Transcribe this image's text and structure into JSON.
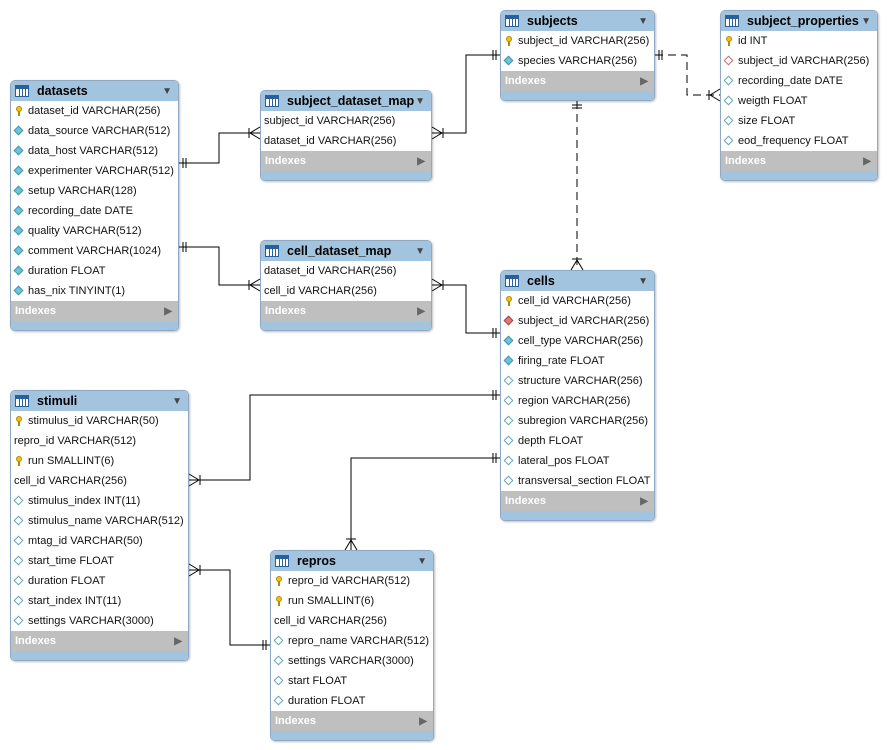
{
  "tables": {
    "subjects": {
      "title": "subjects",
      "indexes_label": "Indexes",
      "columns": [
        {
          "text": "subject_id VARCHAR(256)",
          "icon": "primary-key-icon"
        },
        {
          "text": "species VARCHAR(256)",
          "icon": "column-diamond-icon"
        }
      ]
    },
    "subject_properties": {
      "title": "subject_properties",
      "indexes_label": "Indexes",
      "columns": [
        {
          "text": "id INT",
          "icon": "primary-key-icon"
        },
        {
          "text": "subject_id VARCHAR(256)",
          "icon": "foreign-key-icon"
        },
        {
          "text": "recording_date DATE",
          "icon": "nullable-column-icon"
        },
        {
          "text": "weigth FLOAT",
          "icon": "nullable-column-icon"
        },
        {
          "text": "size FLOAT",
          "icon": "nullable-column-icon"
        },
        {
          "text": "eod_frequency FLOAT",
          "icon": "nullable-column-icon"
        }
      ]
    },
    "datasets": {
      "title": "datasets",
      "indexes_label": "Indexes",
      "columns": [
        {
          "text": "dataset_id VARCHAR(256)",
          "icon": "primary-key-icon"
        },
        {
          "text": "data_source VARCHAR(512)",
          "icon": "column-diamond-icon"
        },
        {
          "text": "data_host VARCHAR(512)",
          "icon": "column-diamond-icon"
        },
        {
          "text": "experimenter VARCHAR(512)",
          "icon": "column-diamond-icon"
        },
        {
          "text": "setup VARCHAR(128)",
          "icon": "column-diamond-icon"
        },
        {
          "text": "recording_date DATE",
          "icon": "column-diamond-icon"
        },
        {
          "text": "quality VARCHAR(512)",
          "icon": "column-diamond-icon"
        },
        {
          "text": "comment VARCHAR(1024)",
          "icon": "column-diamond-icon"
        },
        {
          "text": "duration FLOAT",
          "icon": "column-diamond-icon"
        },
        {
          "text": "has_nix TINYINT(1)",
          "icon": "column-diamond-icon"
        }
      ]
    },
    "subject_dataset_map": {
      "title": "subject_dataset_map",
      "indexes_label": "Indexes",
      "columns": [
        {
          "text": "subject_id VARCHAR(256)",
          "icon": "none"
        },
        {
          "text": "dataset_id VARCHAR(256)",
          "icon": "none"
        }
      ]
    },
    "cell_dataset_map": {
      "title": "cell_dataset_map",
      "indexes_label": "Indexes",
      "columns": [
        {
          "text": "dataset_id VARCHAR(256)",
          "icon": "none"
        },
        {
          "text": "cell_id VARCHAR(256)",
          "icon": "none"
        }
      ]
    },
    "cells": {
      "title": "cells",
      "indexes_label": "Indexes",
      "columns": [
        {
          "text": "cell_id VARCHAR(256)",
          "icon": "primary-key-icon"
        },
        {
          "text": "subject_id VARCHAR(256)",
          "icon": "foreign-key-filled-icon"
        },
        {
          "text": "cell_type VARCHAR(256)",
          "icon": "column-diamond-icon"
        },
        {
          "text": "firing_rate FLOAT",
          "icon": "column-diamond-icon"
        },
        {
          "text": "structure VARCHAR(256)",
          "icon": "nullable-column-icon"
        },
        {
          "text": "region VARCHAR(256)",
          "icon": "nullable-column-icon"
        },
        {
          "text": "subregion VARCHAR(256)",
          "icon": "nullable-column-icon"
        },
        {
          "text": "depth FLOAT",
          "icon": "nullable-column-icon"
        },
        {
          "text": "lateral_pos FLOAT",
          "icon": "nullable-column-icon"
        },
        {
          "text": "transversal_section FLOAT",
          "icon": "nullable-column-icon"
        }
      ]
    },
    "stimuli": {
      "title": "stimuli",
      "indexes_label": "Indexes",
      "columns": [
        {
          "text": "stimulus_id VARCHAR(50)",
          "icon": "primary-key-icon"
        },
        {
          "text": "repro_id VARCHAR(512)",
          "icon": "none"
        },
        {
          "text": "run SMALLINT(6)",
          "icon": "primary-key-icon"
        },
        {
          "text": "cell_id VARCHAR(256)",
          "icon": "none"
        },
        {
          "text": "stimulus_index INT(11)",
          "icon": "nullable-column-icon"
        },
        {
          "text": "stimulus_name VARCHAR(512)",
          "icon": "nullable-column-icon"
        },
        {
          "text": "mtag_id VARCHAR(50)",
          "icon": "nullable-column-icon"
        },
        {
          "text": "start_time FLOAT",
          "icon": "nullable-column-icon"
        },
        {
          "text": "duration FLOAT",
          "icon": "nullable-column-icon"
        },
        {
          "text": "start_index INT(11)",
          "icon": "nullable-column-icon"
        },
        {
          "text": "settings VARCHAR(3000)",
          "icon": "nullable-column-icon"
        }
      ]
    },
    "repros": {
      "title": "repros",
      "indexes_label": "Indexes",
      "columns": [
        {
          "text": "repro_id VARCHAR(512)",
          "icon": "primary-key-icon"
        },
        {
          "text": "run SMALLINT(6)",
          "icon": "primary-key-icon"
        },
        {
          "text": "cell_id VARCHAR(256)",
          "icon": "none"
        },
        {
          "text": "repro_name VARCHAR(512)",
          "icon": "nullable-column-icon"
        },
        {
          "text": "settings VARCHAR(3000)",
          "icon": "nullable-column-icon"
        },
        {
          "text": "start FLOAT",
          "icon": "nullable-column-icon"
        },
        {
          "text": "duration FLOAT",
          "icon": "nullable-column-icon"
        }
      ]
    }
  },
  "relationships": [
    {
      "from": "datasets",
      "to": "subject_dataset_map",
      "from_card": "one",
      "to_card": "many",
      "style": "solid"
    },
    {
      "from": "subjects",
      "to": "subject_dataset_map",
      "from_card": "one",
      "to_card": "many",
      "style": "solid"
    },
    {
      "from": "subjects",
      "to": "subject_properties",
      "from_card": "one",
      "to_card": "many",
      "style": "dashed"
    },
    {
      "from": "datasets",
      "to": "cell_dataset_map",
      "from_card": "one",
      "to_card": "many",
      "style": "solid"
    },
    {
      "from": "cells",
      "to": "cell_dataset_map",
      "from_card": "one",
      "to_card": "many",
      "style": "solid"
    },
    {
      "from": "subjects",
      "to": "cells",
      "from_card": "one",
      "to_card": "many",
      "style": "dashed"
    },
    {
      "from": "cells",
      "to": "stimuli",
      "from_card": "one",
      "to_card": "many",
      "style": "solid"
    },
    {
      "from": "cells",
      "to": "repros",
      "from_card": "one",
      "to_card": "many",
      "style": "solid"
    },
    {
      "from": "repros",
      "to": "stimuli",
      "from_card": "one",
      "to_card": "many",
      "style": "solid"
    }
  ],
  "colors": {
    "header": "#a3c4df",
    "border": "#8fa9c4",
    "indexes_bar": "#bfbfbf",
    "connector": "#000000"
  }
}
